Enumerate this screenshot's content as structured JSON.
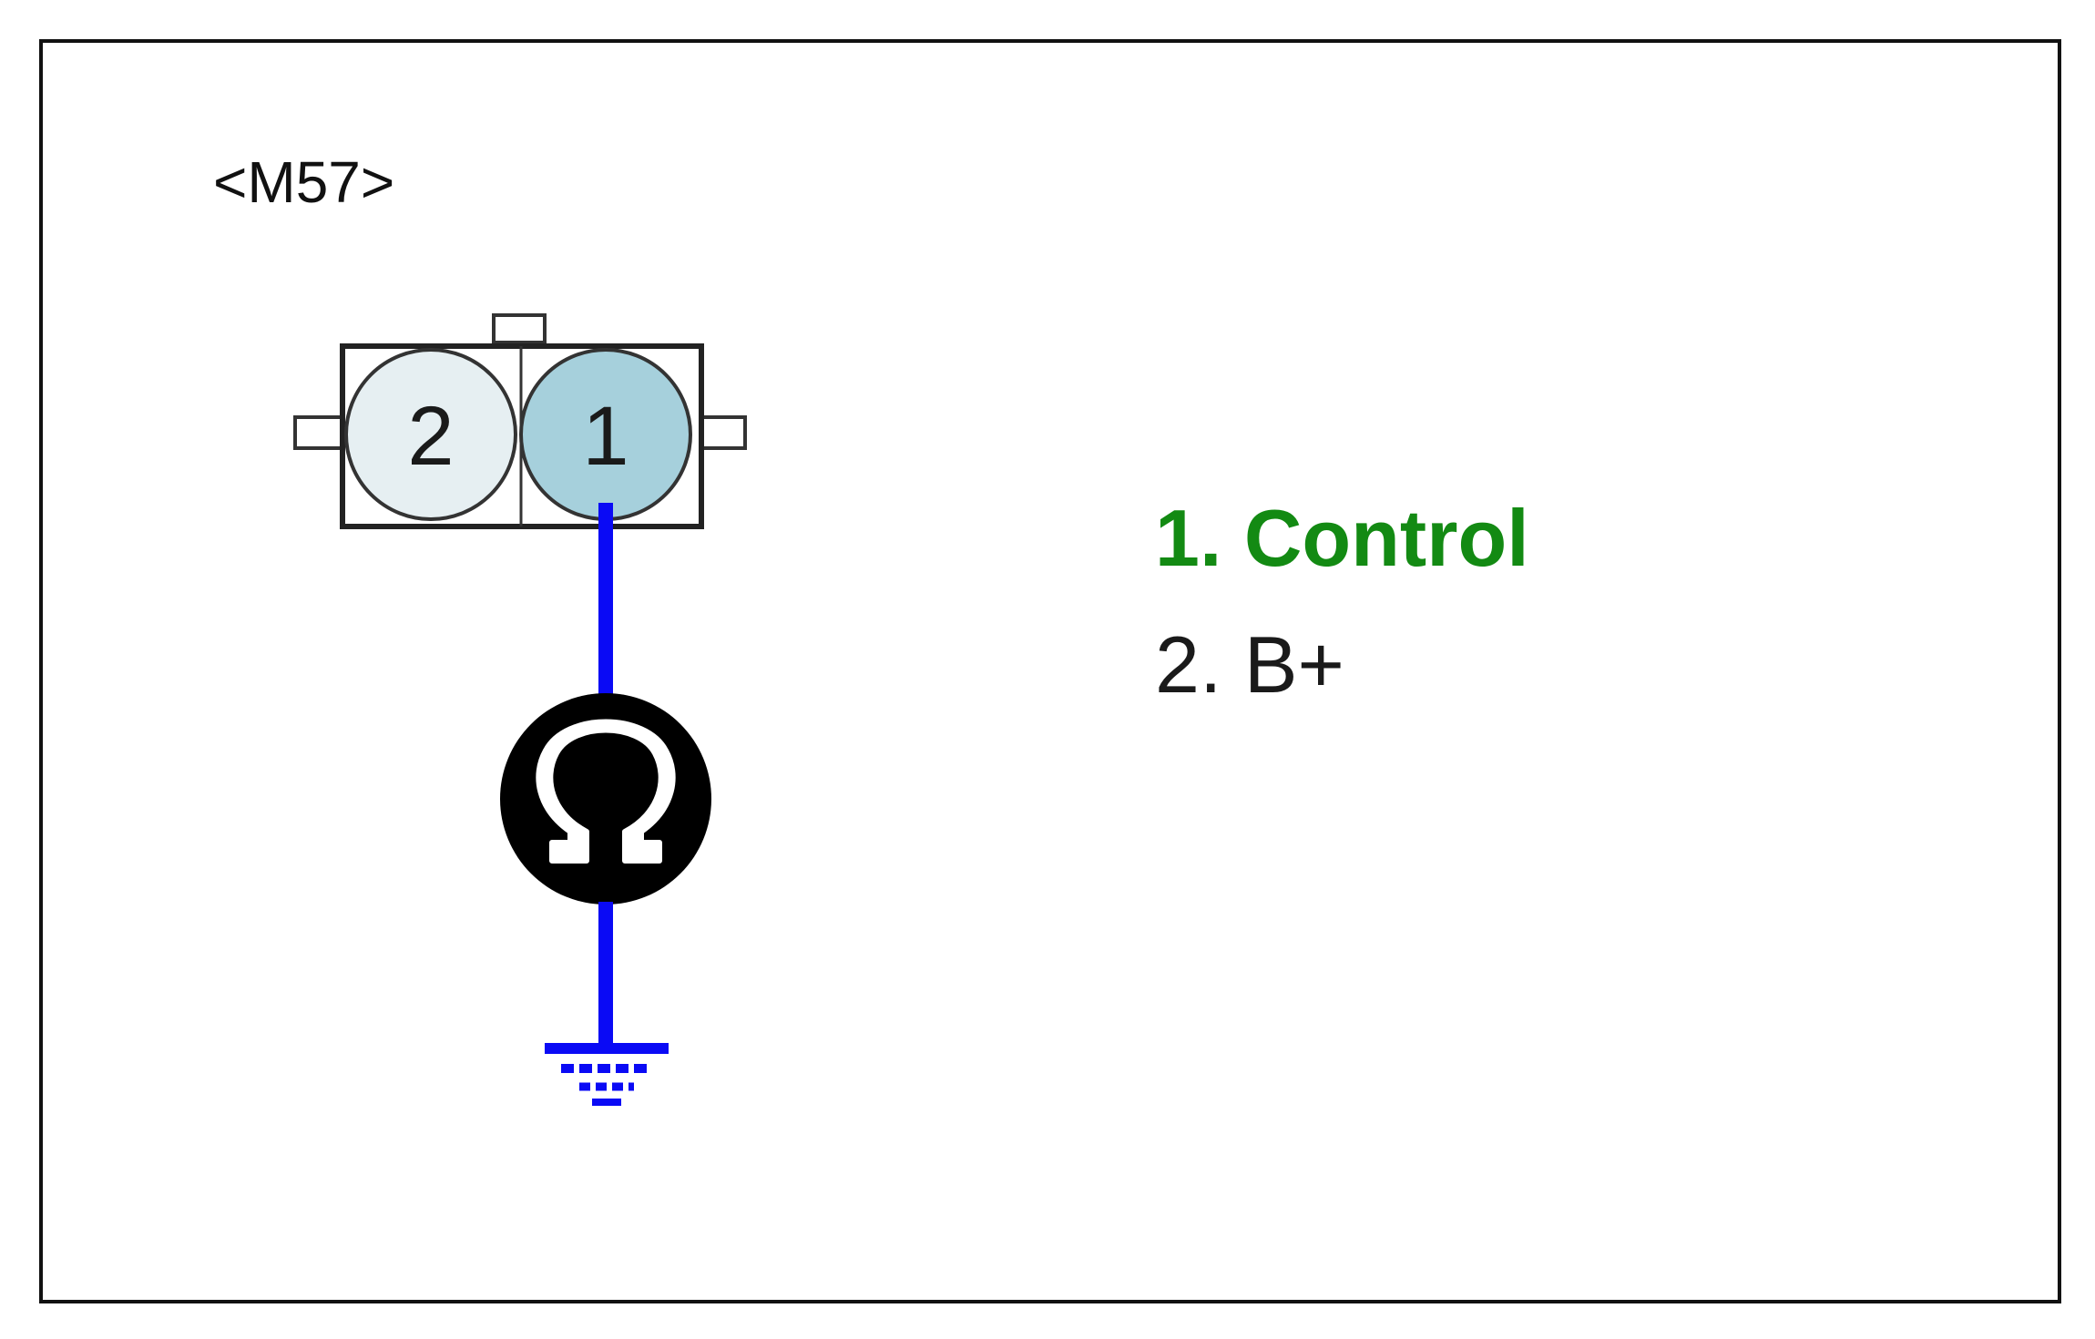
{
  "connector": {
    "id_label": "<M57>",
    "pins": [
      {
        "number": "2",
        "fill": "#e6eff2"
      },
      {
        "number": "1",
        "fill": "#a6d0dc"
      }
    ]
  },
  "meter": {
    "symbol": "Ω",
    "icon": "ohmmeter-icon"
  },
  "ground_icon": "ground-icon",
  "legend": [
    {
      "text": "1. Control",
      "color": "#138a13"
    },
    {
      "text": "2. B+",
      "color": "#1a1a1a"
    }
  ],
  "colors": {
    "wire": "#0a0af5",
    "border": "#111111",
    "meter_body": "#000000"
  }
}
